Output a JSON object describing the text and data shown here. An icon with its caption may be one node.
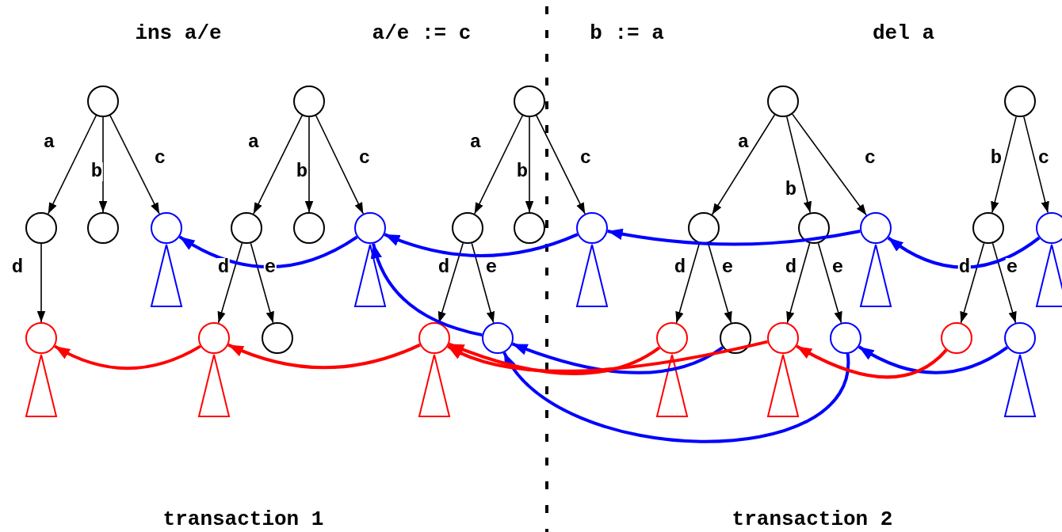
{
  "diagram": {
    "nodes": [
      {
        "text": [],
        "shape": "circle"
      },
      {
        "text": [],
        "shape": "circle"
      },
      {
        "text": [],
        "shape": "circle"
      },
      {
        "text": [],
        "shape": "circle"
      },
      {
        "text": [],
        "shape": "triangle"
      },
      {
        "text": [],
        "shape": "circle"
      },
      {
        "text": [],
        "shape": "triangle"
      },
      {
        "text": [],
        "shape": "circle"
      },
      {
        "text": [],
        "shape": "circle"
      },
      {
        "text": [],
        "shape": "circle"
      },
      {
        "text": [],
        "shape": "circle"
      },
      {
        "text": [],
        "shape": "triangle"
      },
      {
        "text": [],
        "shape": "circle"
      },
      {
        "text": [],
        "shape": "triangle"
      },
      {
        "text": [],
        "shape": "circle"
      },
      {
        "text": [],
        "shape": "circle"
      },
      {
        "text": [],
        "shape": "circle"
      },
      {
        "text": [],
        "shape": "circle"
      },
      {
        "text": [],
        "shape": "circle"
      },
      {
        "text": [],
        "shape": "triangle"
      },
      {
        "text": [],
        "shape": "circle"
      },
      {
        "text": [],
        "shape": "triangle"
      },
      {
        "text": [],
        "shape": "circle"
      },
      {
        "text": [],
        "shape": "circle"
      },
      {
        "text": [],
        "shape": "circle"
      },
      {
        "text": [],
        "shape": "circle"
      },
      {
        "text": [],
        "shape": "circle"
      },
      {
        "text": [],
        "shape": "triangle"
      },
      {
        "text": [],
        "shape": "circle"
      },
      {
        "text": [],
        "shape": "triangle"
      },
      {
        "text": [],
        "shape": "circle"
      },
      {
        "text": [],
        "shape": "circle"
      },
      {
        "text": [],
        "shape": "triangle"
      },
      {
        "text": [],
        "shape": "circle"
      },
      {
        "text": [],
        "shape": "circle"
      },
      {
        "text": [],
        "shape": "circle"
      },
      {
        "text": [],
        "shape": "circle"
      },
      {
        "text": [],
        "shape": "triangle"
      },
      {
        "text": [],
        "shape": "circle"
      },
      {
        "text": [],
        "shape": "circle"
      },
      {
        "text": [],
        "shape": "triangle"
      }
    ],
    "edges": [
      {
        "from": 0,
        "to": 1,
        "arrow": "to",
        "label": "a"
      },
      {
        "from": 0,
        "to": 2,
        "arrow": "to",
        "label": "b"
      },
      {
        "from": 0,
        "to": 3,
        "arrow": "to",
        "label": "c"
      },
      {
        "from": 1,
        "to": 5,
        "arrow": "to",
        "label": "d"
      },
      {
        "from": 7,
        "to": 8,
        "arrow": "to",
        "label": "a"
      },
      {
        "from": 7,
        "to": 9,
        "arrow": "to",
        "label": "b"
      },
      {
        "from": 7,
        "to": 10,
        "arrow": "to",
        "label": "c"
      },
      {
        "from": 8,
        "to": 12,
        "arrow": "to",
        "label": "d"
      },
      {
        "from": 8,
        "to": 14,
        "arrow": "to",
        "label": "e"
      },
      {
        "from": 15,
        "to": 16,
        "arrow": "to",
        "label": "a"
      },
      {
        "from": 15,
        "to": 17,
        "arrow": "to",
        "label": "b"
      },
      {
        "from": 15,
        "to": 18,
        "arrow": "to",
        "label": "c"
      },
      {
        "from": 16,
        "to": 20,
        "arrow": "to",
        "label": "d"
      },
      {
        "from": 16,
        "to": 22,
        "arrow": "to",
        "label": "e"
      },
      {
        "from": 23,
        "to": 24,
        "arrow": "to",
        "label": "a"
      },
      {
        "from": 23,
        "to": 25,
        "arrow": "to",
        "label": "b"
      },
      {
        "from": 23,
        "to": 26,
        "arrow": "to",
        "label": "c"
      },
      {
        "from": 24,
        "to": 28,
        "arrow": "to",
        "label": "d"
      },
      {
        "from": 24,
        "to": 30,
        "arrow": "to",
        "label": "e"
      },
      {
        "from": 25,
        "to": 31,
        "arrow": "to",
        "label": "d"
      },
      {
        "from": 25,
        "to": 33,
        "arrow": "to",
        "label": "e"
      },
      {
        "from": 34,
        "to": 35,
        "arrow": "to",
        "label": "b"
      },
      {
        "from": 34,
        "to": 36,
        "arrow": "to",
        "label": "c"
      },
      {
        "from": 35,
        "to": 38,
        "arrow": "to",
        "label": "d"
      },
      {
        "from": 35,
        "to": 39,
        "arrow": "to",
        "label": "e"
      },
      {
        "from": 10,
        "to": 3,
        "arrow": "to",
        "style": "thick",
        "color": "#0000ff"
      },
      {
        "from": 18,
        "to": 10,
        "arrow": "to",
        "style": "thick",
        "color": "#0000ff"
      },
      {
        "from": 26,
        "to": 18,
        "arrow": "to",
        "style": "thick",
        "color": "#0000ff"
      },
      {
        "from": 36,
        "to": 26,
        "arrow": "to",
        "style": "thick",
        "color": "#0000ff"
      },
      {
        "from": 22,
        "to": 10,
        "arrow": "to",
        "style": "thick",
        "color": "#0000ff"
      },
      {
        "from": 30,
        "to": 22,
        "arrow": "to",
        "style": "thick",
        "color": "#0000ff"
      },
      {
        "from": 33,
        "to": 22,
        "arrow": "to",
        "style": "thick",
        "color": "#0000ff"
      },
      {
        "from": 39,
        "to": 33,
        "arrow": "to",
        "style": "thick",
        "color": "#0000ff"
      },
      {
        "from": 12,
        "to": 5,
        "arrow": "to",
        "style": "thick",
        "color": "#ff0000"
      },
      {
        "from": 20,
        "to": 12,
        "arrow": "to",
        "style": "thick",
        "color": "#ff0000"
      },
      {
        "from": 28,
        "to": 20,
        "arrow": "to",
        "style": "thick",
        "color": "#ff0000"
      },
      {
        "from": 31,
        "to": 20,
        "arrow": "to",
        "style": "thick",
        "color": "#ff0000"
      },
      {
        "from": 38,
        "to": 31,
        "arrow": "to",
        "style": "thick",
        "color": "#ff0000"
      }
    ],
    "labels": [
      "ins a/e",
      "a/e := c",
      "b := a",
      "del a",
      "transaction 1",
      "transaction 2"
    ]
  }
}
